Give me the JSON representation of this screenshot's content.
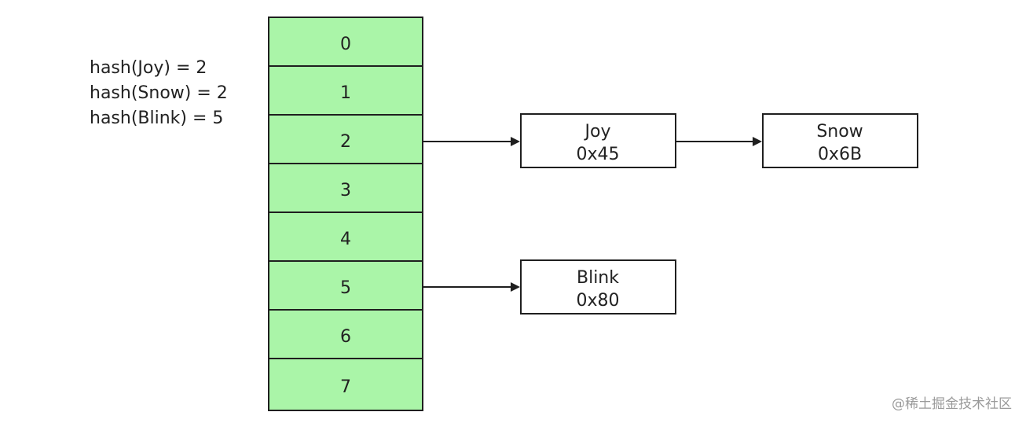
{
  "hash_assignments": [
    "hash(Joy) = 2",
    "hash(Snow) = 2",
    "hash(Blink) = 5"
  ],
  "buckets": [
    "0",
    "1",
    "2",
    "3",
    "4",
    "5",
    "6",
    "7"
  ],
  "nodes": {
    "joy": {
      "name": "Joy",
      "address": "0x45"
    },
    "snow": {
      "name": "Snow",
      "address": "0x6B"
    },
    "blink": {
      "name": "Blink",
      "address": "0x80"
    }
  },
  "watermark": "@稀土掘金技术社区",
  "colors": {
    "bucket_fill": "#aaf5a8",
    "stroke": "#1f1f1f",
    "node_fill": "#ffffff",
    "text": "#222222"
  }
}
